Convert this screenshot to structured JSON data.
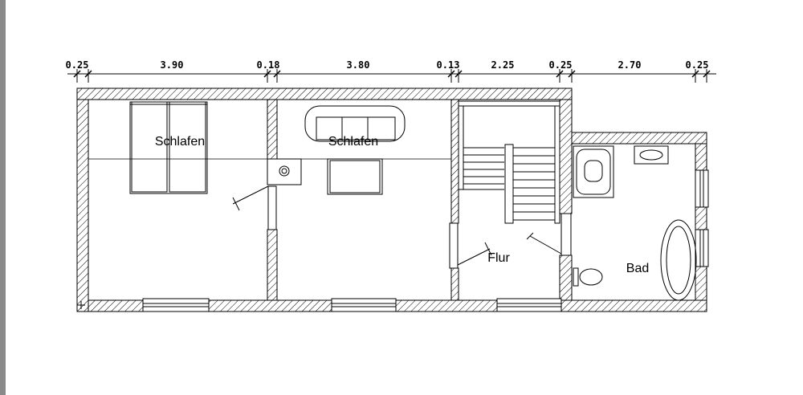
{
  "dimensions": [
    "0.25",
    "3.90",
    "0.18",
    "3.80",
    "0.13",
    "2.25",
    "0.25",
    "2.70",
    "0.25"
  ],
  "rooms": [
    {
      "label": "Schlafen"
    },
    {
      "label": "Schlafen"
    },
    {
      "label": "Flur"
    },
    {
      "label": "Bad"
    }
  ],
  "colors": {
    "line": "#000000",
    "hatch": "#000000",
    "background": "#ffffff",
    "window_edge": "#8a8a8a"
  }
}
